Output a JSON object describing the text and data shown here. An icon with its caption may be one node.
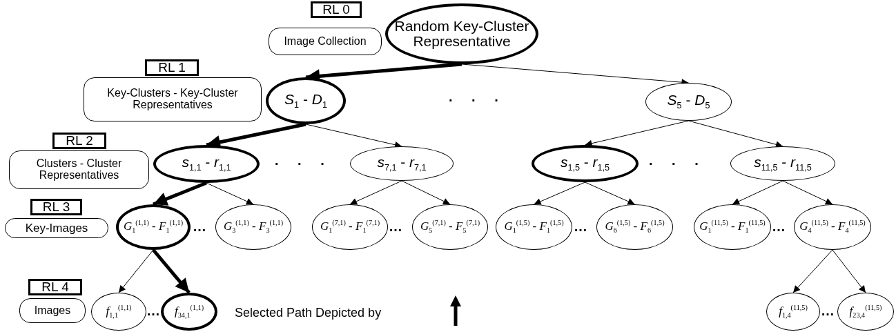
{
  "diagram": {
    "nodes": [
      {
        "text": [
          "RL 0"
        ]
      },
      {
        "text": [
          "Image Collection"
        ]
      },
      {
        "text": [
          "Random Key-Cluster Representative"
        ]
      },
      {
        "text": [
          "RL 1"
        ]
      },
      {
        "text": [
          "Key-Clusters - Key-Cluster Representatives"
        ]
      },
      {
        "text": [
          "*S*$_{1}$ - *D*$_{1}$"
        ]
      },
      {
        "text": [
          "*S*$_{5}$ - *D*$_{5}$"
        ]
      },
      {
        "text": [
          "RL 2"
        ]
      },
      {
        "text": [
          "Clusters - Cluster Representatives"
        ]
      },
      {
        "text": [
          "*s*$_{1,1}$ - *r*$_{1,1}$"
        ]
      },
      {
        "text": [
          "*s*$_{7,1}$ - *r*$_{7,1}$"
        ]
      },
      {
        "text": [
          "*s*$_{1,5}$ - *r*$_{1,5}$"
        ]
      },
      {
        "text": [
          "*s*$_{11,5}$ - *r*$_{11,5}$"
        ]
      },
      {
        "text": [
          "RL 3"
        ]
      },
      {
        "text": [
          "Key-Images"
        ]
      },
      {
        "text": [
          "*G*$_{1}$$^{(1,1)}$ - *F*$_{1}$$^{(1,1)}$"
        ]
      },
      {
        "text": [
          "*G*$_{3}$$^{(1,1)}$ - *F*$_{3}$$^{(1,1)}$"
        ]
      },
      {
        "text": [
          "*G*$_{1}$$^{(7,1)}$ - *F*$_{1}$$^{(7,1)}$"
        ]
      },
      {
        "text": [
          "*G*$_{5}$$^{(7,1)}$ - *F*$_{5}$$^{(7,1)}$"
        ]
      },
      {
        "text": [
          "*G*$_{1}$$^{(1,5)}$ - *F*$_{1}$$^{(1,5)}$"
        ]
      },
      {
        "text": [
          "*G*$_{6}$$^{(1,5)}$ - *F*$_{6}$$^{(1,5)}$"
        ]
      },
      {
        "text": [
          "*G*$_{1}$$^{(11,5)}$ - *F*$_{1}$$^{(11,5)}$"
        ]
      },
      {
        "text": [
          "*G*$_{4}$$^{(11,5)}$ - *F*$_{4}$$^{(11,5)}$"
        ]
      },
      {
        "text": [
          "RL 4"
        ]
      },
      {
        "text": [
          "Images"
        ]
      },
      {
        "text": [
          "*f*$_{1,1}$$^{(1,1)}$"
        ]
      },
      {
        "text": [
          "*f*$_{34,1}$$^{(1,1)}$"
        ]
      },
      {
        "text": [
          "*f*$_{1,4}$$^{(11,5)}$"
        ]
      },
      {
        "text": [
          "*f*$_{23,4}$$^{(11,5)}$"
        ]
      }
    ],
    "edges": [
      {
        "from": 2,
        "to": 5,
        "arrow": "to",
        "style": "thick"
      },
      {
        "from": 2,
        "to": 6,
        "arrow": "to"
      },
      {
        "from": 5,
        "to": 9,
        "arrow": "to",
        "style": "thick"
      },
      {
        "from": 5,
        "to": 10,
        "arrow": "to"
      },
      {
        "from": 6,
        "to": 11,
        "arrow": "to"
      },
      {
        "from": 6,
        "to": 12,
        "arrow": "to"
      },
      {
        "from": 9,
        "to": 15,
        "arrow": "to",
        "style": "thick"
      },
      {
        "from": 9,
        "to": 16,
        "arrow": "to"
      },
      {
        "from": 10,
        "to": 17,
        "arrow": "to"
      },
      {
        "from": 10,
        "to": 18,
        "arrow": "to"
      },
      {
        "from": 11,
        "to": 19,
        "arrow": "to"
      },
      {
        "from": 11,
        "to": 20,
        "arrow": "to"
      },
      {
        "from": 12,
        "to": 21,
        "arrow": "to"
      },
      {
        "from": 12,
        "to": 22,
        "arrow": "to"
      },
      {
        "from": 15,
        "to": 25,
        "arrow": "to"
      },
      {
        "from": 15,
        "to": 26,
        "arrow": "to",
        "style": "thick"
      },
      {
        "from": 22,
        "to": 27,
        "arrow": "to"
      },
      {
        "from": 22,
        "to": 28,
        "arrow": "to"
      }
    ],
    "labels": [
      ". . .",
      ". . .",
      ". . .",
      "…",
      "…",
      "…",
      "…",
      "…",
      "…"
    ],
    "legend": [
      {
        "text": "Selected Path Depicted by"
      }
    ]
  }
}
